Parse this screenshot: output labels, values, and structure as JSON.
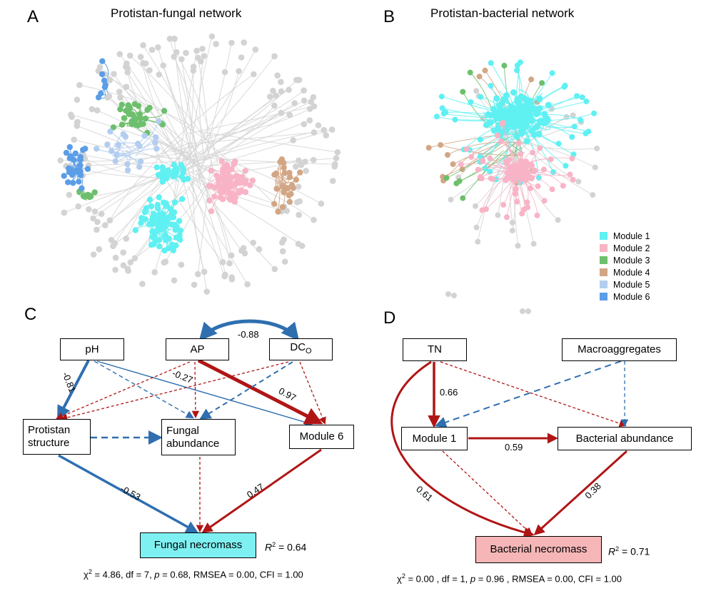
{
  "panels": {
    "A": {
      "letter": "A",
      "title": "Protistan-fungal network"
    },
    "B": {
      "letter": "B",
      "title": "Protistan-bacterial network"
    },
    "C": {
      "letter": "C"
    },
    "D": {
      "letter": "D"
    }
  },
  "legend": [
    {
      "label": "Module 1",
      "color": "#5ff0f2"
    },
    {
      "label": "Module 2",
      "color": "#f8b4c6"
    },
    {
      "label": "Module 3",
      "color": "#6dbf6d"
    },
    {
      "label": "Module 4",
      "color": "#d2a685"
    },
    {
      "label": "Module 5",
      "color": "#b3cdef"
    },
    {
      "label": "Module 6",
      "color": "#5b9de6"
    }
  ],
  "node_colors": {
    "other": "#d3d3d3"
  },
  "sem_c": {
    "nodes": {
      "ph": "pH",
      "ap": "AP",
      "dc_main": "DC",
      "dc_sub": "O",
      "protistan_line1": "Protistan",
      "protistan_line2": "structure",
      "fungal_ab_line1": "Fungal",
      "fungal_ab_line2": "abundance",
      "module6": "Module 6",
      "fungal_necromass": "Fungal necromass"
    },
    "coefficients": {
      "ap_dc": "-0.88",
      "ph_protistan": "-0.81",
      "ap_protistan": "-0.27",
      "ap_module6": "0.97",
      "protistan_necromass": "-0.53",
      "module6_necromass": "0.47"
    },
    "r2_label": "R",
    "r2_sup": "2",
    "r2_value": " = 0.64",
    "fit": {
      "chi": "χ",
      "chi_sup": "2",
      "part1": " = 4.86, df = 7, ",
      "p": "p",
      "part2": " = 0.68, RMSEA = 0.00, CFI = 1.00"
    }
  },
  "sem_d": {
    "nodes": {
      "tn": "TN",
      "macro": "Macroaggregates",
      "module1": "Module 1",
      "bacterial_ab": "Bacterial abundance",
      "bacterial_necromass": "Bacterial necromass"
    },
    "coefficients": {
      "tn_module1": "0.66",
      "module1_bacterial": "0.59",
      "tn_necromass": "0.61",
      "bacterial_necromass": "0.38"
    },
    "r2_label": "R",
    "r2_sup": "2",
    "r2_value": " = 0.71",
    "fit": {
      "chi": "χ",
      "chi_sup": "2",
      "part1": " = 0.00 , df = 1, ",
      "p": "p",
      "part2": " = 0.96 , RMSEA = 0.00, CFI = 1.00"
    }
  },
  "colors": {
    "positive": "#b01515",
    "negative": "#2f6fb0",
    "fungal_box": "#7ff0f2",
    "bacterial_box": "#f6b6b8"
  }
}
